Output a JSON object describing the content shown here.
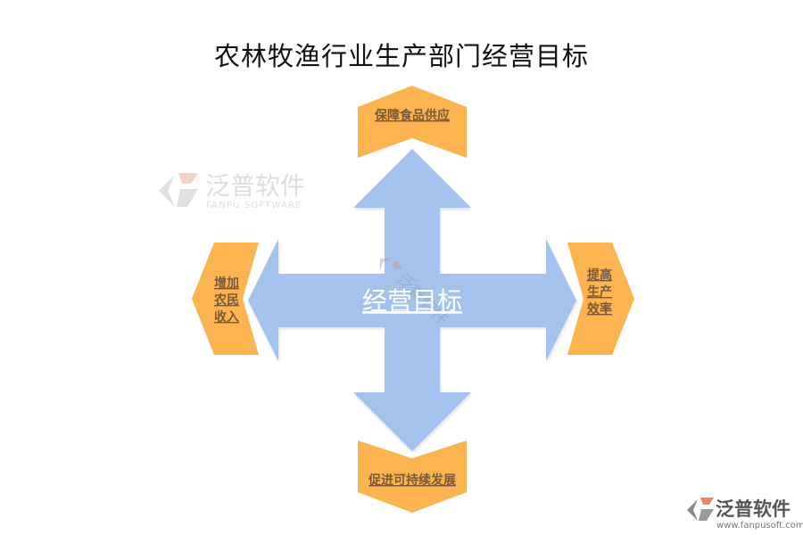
{
  "title": "农林牧渔行业生产部门经营目标",
  "center": {
    "label": "经营目标"
  },
  "goals": {
    "top": "保障食品供应",
    "bottom": "促进可持续发展",
    "left": [
      "增加",
      "农民",
      "收入"
    ],
    "right": [
      "提高",
      "生产",
      "效率"
    ]
  },
  "watermark": {
    "brand": "泛普软件",
    "brand_en": "FANPU SOFTWARE",
    "footer_brand": "泛普软件",
    "footer_url": "www.fanpusoft.com"
  },
  "colors": {
    "arrow": "#a4c2ee",
    "goal_shape": "#fbb450",
    "goal_text": "#7a5a3a"
  }
}
